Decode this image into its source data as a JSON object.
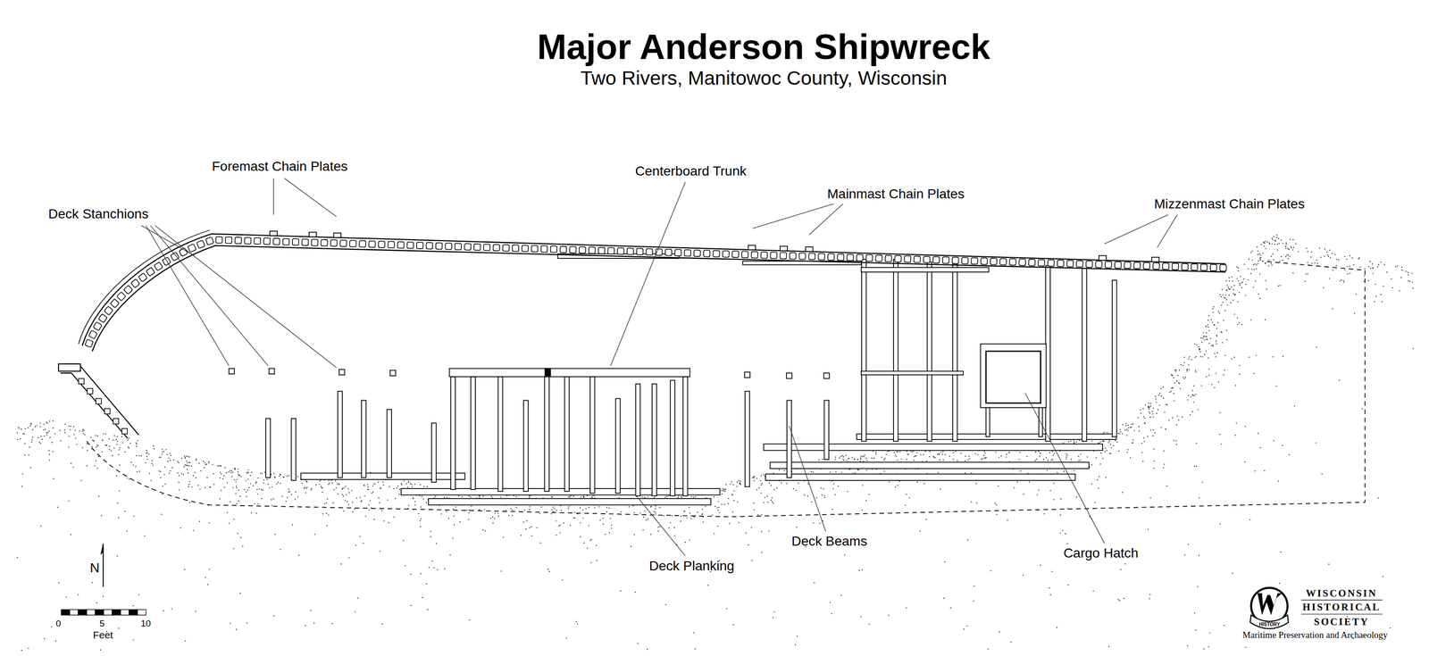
{
  "diagram": {
    "title": "Major Anderson Shipwreck",
    "caption": "Two Rivers, Manitowoc County, Wisconsin",
    "labels": [
      "Foremast Chain Plates",
      "Deck Stanchions",
      "Centerboard Trunk",
      "Mainmast Chain Plates",
      "Mizzenmast Chain Plates",
      "Deck Beams",
      "Cargo Hatch",
      "N",
      "Deck Planking",
      "0",
      "5",
      "10",
      "Feet",
      "HISTORY",
      "WISCONSIN",
      "HISTORICAL",
      "SOCIETY",
      "Maritime Preservation and Archaeology"
    ]
  }
}
